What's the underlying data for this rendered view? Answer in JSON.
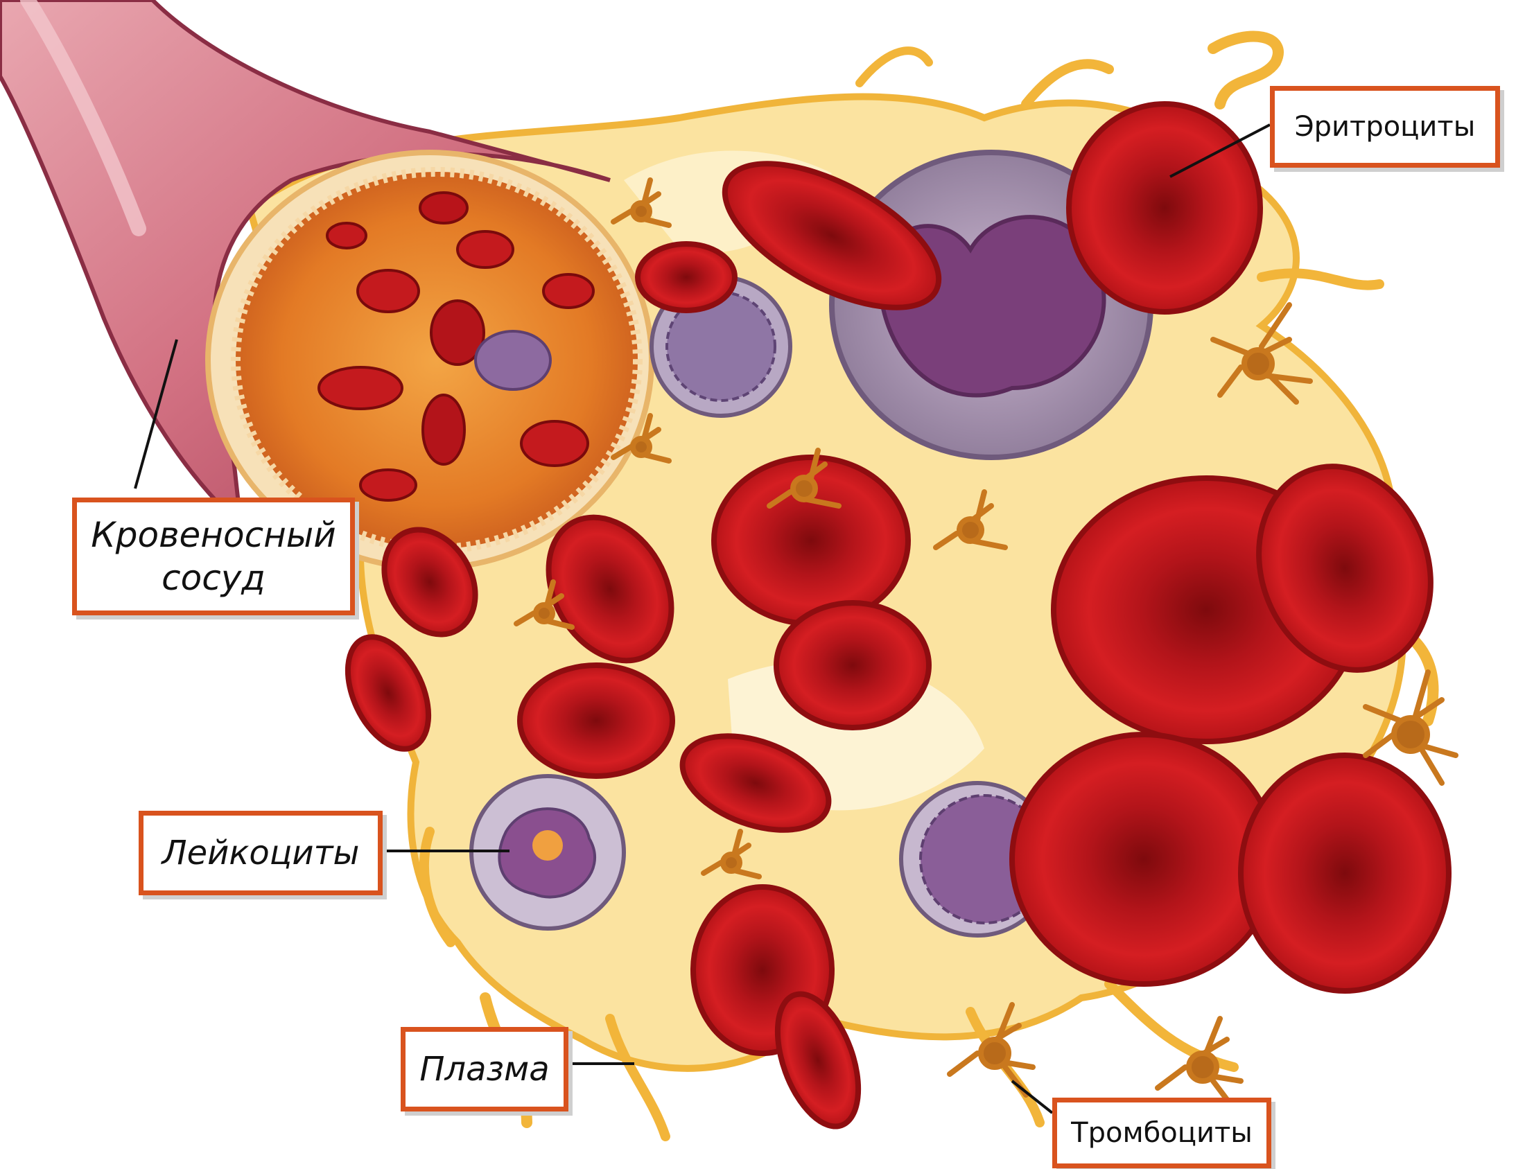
{
  "labels": {
    "vessel_line1": "Кровеносный",
    "vessel_line2": "сосуд",
    "erythrocytes": "Эритроциты",
    "leukocytes": "Лейкоциты",
    "plasma": "Плазма",
    "platelets": "Тромбоциты"
  },
  "colors": {
    "label_border": "#d9531e",
    "vessel_wall": "#b5485e",
    "vessel_inner": "#e89aa5",
    "plasma": "#f6c64a",
    "plasma_light": "#fbe6a6",
    "erythrocyte": "#c8171b",
    "erythrocyte_dark": "#8e0d10",
    "leukocyte": "#8c6a9e",
    "leukocyte_nucleus": "#7a3f7a",
    "platelet": "#c9781e"
  }
}
